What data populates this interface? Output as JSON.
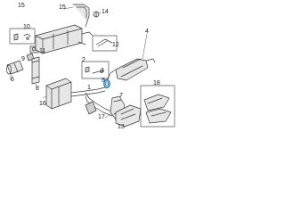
{
  "diagram": {
    "callouts": {
      "c1": "1",
      "c2": "2",
      "c3": "3",
      "c4": "4",
      "c5": "5",
      "c6": "6",
      "c7": "7",
      "c8": "8",
      "c9": "9",
      "c10": "10",
      "c11": "11",
      "c12": "12",
      "c13": "13",
      "c14": "14",
      "c15": "15",
      "c16": "16",
      "c17": "17",
      "c18": "18"
    },
    "highlight_callout": "5",
    "colors": {
      "line": "#3a3a3a",
      "highlight": "#1b6fb8",
      "fill_light": "#e6e6e6",
      "fill_mid": "#cfcfcf",
      "box": "#555555"
    }
  }
}
